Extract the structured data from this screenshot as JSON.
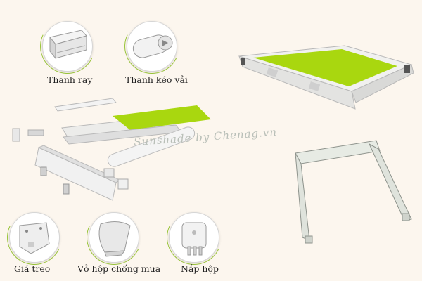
{
  "labels": {
    "thanh_ray": "Thanh ray",
    "thanh_keo_vai": "Thanh kéo vải",
    "gia_treo": "Giá treo",
    "vo_hop": "Vỏ hộp chống mưa",
    "nap_hop": "Nắp hộp"
  },
  "watermark": "Sunshade by Chenag.vn",
  "colors": {
    "background": "#fcf6ee",
    "fabric": "#a9d70f",
    "frame": "#f0f0ee",
    "accent_arc": "#9bc73c",
    "bracket": "#dfe3dc"
  }
}
